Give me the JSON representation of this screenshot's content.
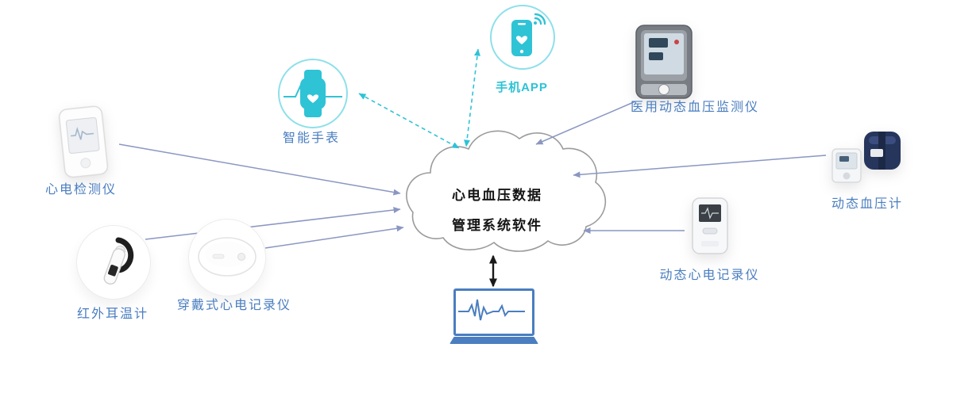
{
  "cloud": {
    "line1": "心电血压数据",
    "line2": "管理系统软件"
  },
  "nodes": {
    "phone": {
      "label": "手机APP",
      "icon": "smartphone-icon"
    },
    "watch": {
      "label": "智能手表",
      "icon": "smartwatch-icon"
    },
    "handheld": {
      "label": "心电检测仪",
      "icon": "handheld-ecg-device"
    },
    "ear": {
      "label": "红外耳温计",
      "icon": "ear-thermometer-device"
    },
    "patch": {
      "label": "穿戴式心电记录仪",
      "icon": "patch-ecg-recorder-device"
    },
    "monitor": {
      "label": "医用动态血压监测仪",
      "icon": "bp-monitor-device"
    },
    "armbp": {
      "label": "动态血压计",
      "icon": "arm-bp-meter-device"
    },
    "holter": {
      "label": "动态心电记录仪",
      "icon": "holter-recorder-device"
    },
    "laptop": {
      "icon": "laptop-ecg-icon"
    }
  },
  "colors": {
    "accent_teal": "#2fc3d6",
    "label_blue": "#4a7ec0",
    "arrow_gray_blue": "#8a97c2",
    "cloud_border": "#9b9b9b",
    "laptop_blue": "#4a7ec0",
    "center_arrow": "#1a1a1a"
  }
}
